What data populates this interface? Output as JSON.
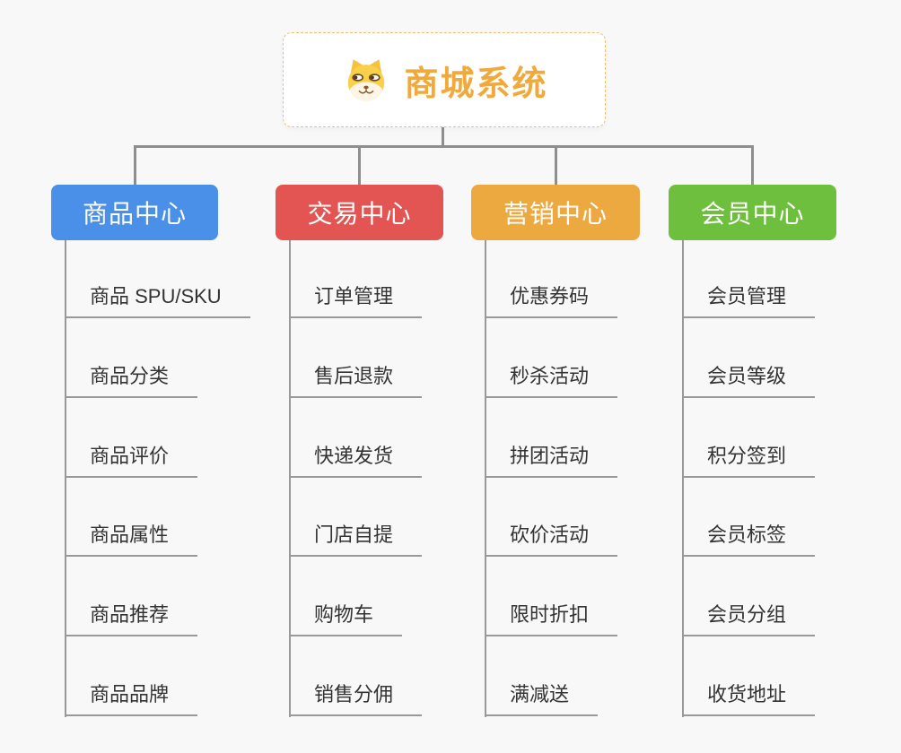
{
  "root": {
    "title": "商城系统",
    "icon": "dog-face-icon",
    "title_color": "#f1a93b",
    "border_color": "#f3be6c"
  },
  "connectors": {
    "main_line_color": "#8e8e8e",
    "item_line_color": "#999999"
  },
  "item_text_color": "#333333",
  "branches": [
    {
      "id": "product-center",
      "label": "商品中心",
      "color": "#4a90e8",
      "children": [
        "商品 SPU/SKU",
        "商品分类",
        "商品评价",
        "商品属性",
        "商品推荐",
        "商品品牌"
      ]
    },
    {
      "id": "trade-center",
      "label": "交易中心",
      "color": "#e35552",
      "children": [
        "订单管理",
        "售后退款",
        "快递发货",
        "门店自提",
        "购物车",
        "销售分佣"
      ]
    },
    {
      "id": "marketing-center",
      "label": "营销中心",
      "color": "#eca93f",
      "children": [
        "优惠券码",
        "秒杀活动",
        "拼团活动",
        "砍价活动",
        "限时折扣",
        "满减送"
      ]
    },
    {
      "id": "member-center",
      "label": "会员中心",
      "color": "#6fbf3e",
      "children": [
        "会员管理",
        "会员等级",
        "积分签到",
        "会员标签",
        "会员分组",
        "收货地址"
      ]
    }
  ]
}
